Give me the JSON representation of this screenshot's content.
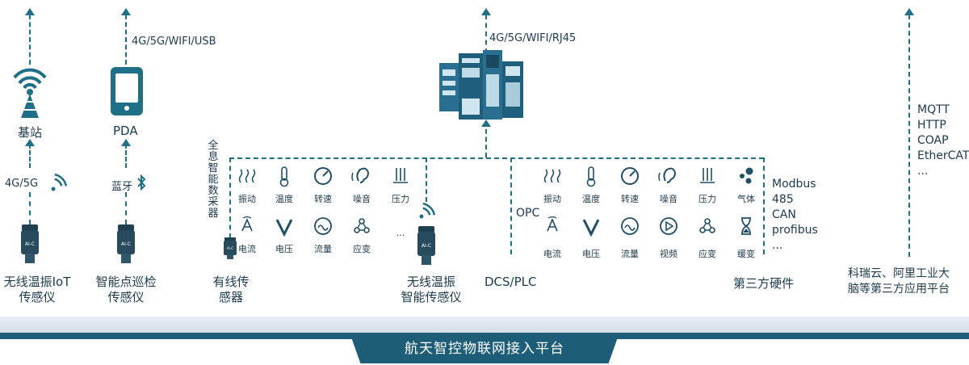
{
  "columns": {
    "iot": {
      "top_node": "基站",
      "link_label": "4G/5G",
      "caption_line1": "无线温振IoT",
      "caption_line2": "传感仪"
    },
    "pda": {
      "top_node": "PDA",
      "top_link": "4G/5G/WIFI/USB",
      "link_label": "蓝牙",
      "caption_line1": "智能点巡检",
      "caption_line2": "传感仪"
    },
    "wired": {
      "vertical_label": "全息智能数采器",
      "caption_line1": "有线传",
      "caption_line2": "感器"
    },
    "wireless": {
      "caption_line1": "无线温振",
      "caption_line2": "智能传感仪"
    },
    "dcs": {
      "caption": "DCS/PLC",
      "top_link": "4G/5G/WIFI/RJ45",
      "opc": "OPC"
    },
    "third_hw": {
      "caption": "第三方硬件",
      "protocols": [
        "Modbus",
        "485",
        "CAN",
        "profibus",
        "..."
      ]
    },
    "cloud": {
      "protocols": [
        "MQTT",
        "HTTP",
        "COAP",
        "EtherCAT",
        "..."
      ],
      "caption_line1": "科瑞云、阿里工业大",
      "caption_line2": "脑等第三方应用平台"
    }
  },
  "left_panel": {
    "row1": [
      "振动",
      "温度",
      "转速",
      "噪音",
      "压力"
    ],
    "row2": [
      "电流",
      "电压",
      "流量",
      "应变",
      "..."
    ]
  },
  "right_panel": {
    "row1": [
      "振动",
      "温度",
      "转速",
      "噪音",
      "压力",
      "气体"
    ],
    "row2": [
      "电流",
      "电压",
      "流量",
      "视频",
      "应变",
      "缓变"
    ]
  },
  "sensor_badge": "AI-C",
  "platform": "航天智控物联网接入平台",
  "colors": {
    "line": "#1f6f86",
    "platform": "#1d5d78",
    "text": "#1c3a4e"
  }
}
